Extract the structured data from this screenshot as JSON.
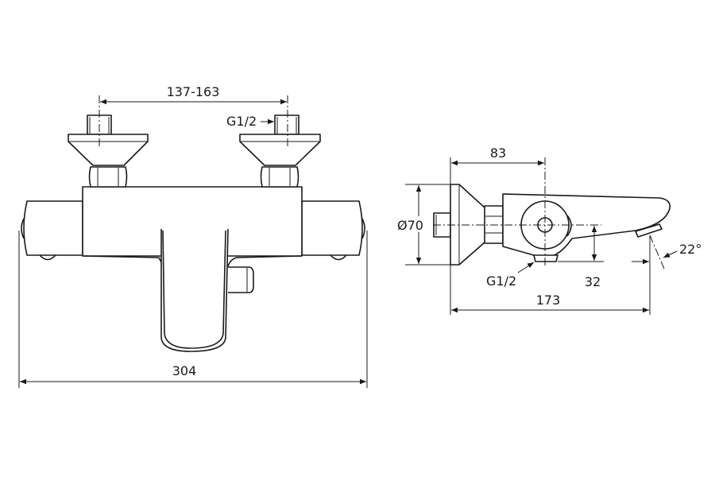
{
  "front_view": {
    "inlet_spacing_label": "137-163",
    "inlet_thread_label": "G1/2",
    "overall_width_label": "304"
  },
  "side_view": {
    "projection_label": "83",
    "diameter_label": "Ø70",
    "outlet_thread_label": "G1/2",
    "outlet_height_label": "32",
    "depth_label": "173",
    "spout_angle_label": "22°"
  }
}
